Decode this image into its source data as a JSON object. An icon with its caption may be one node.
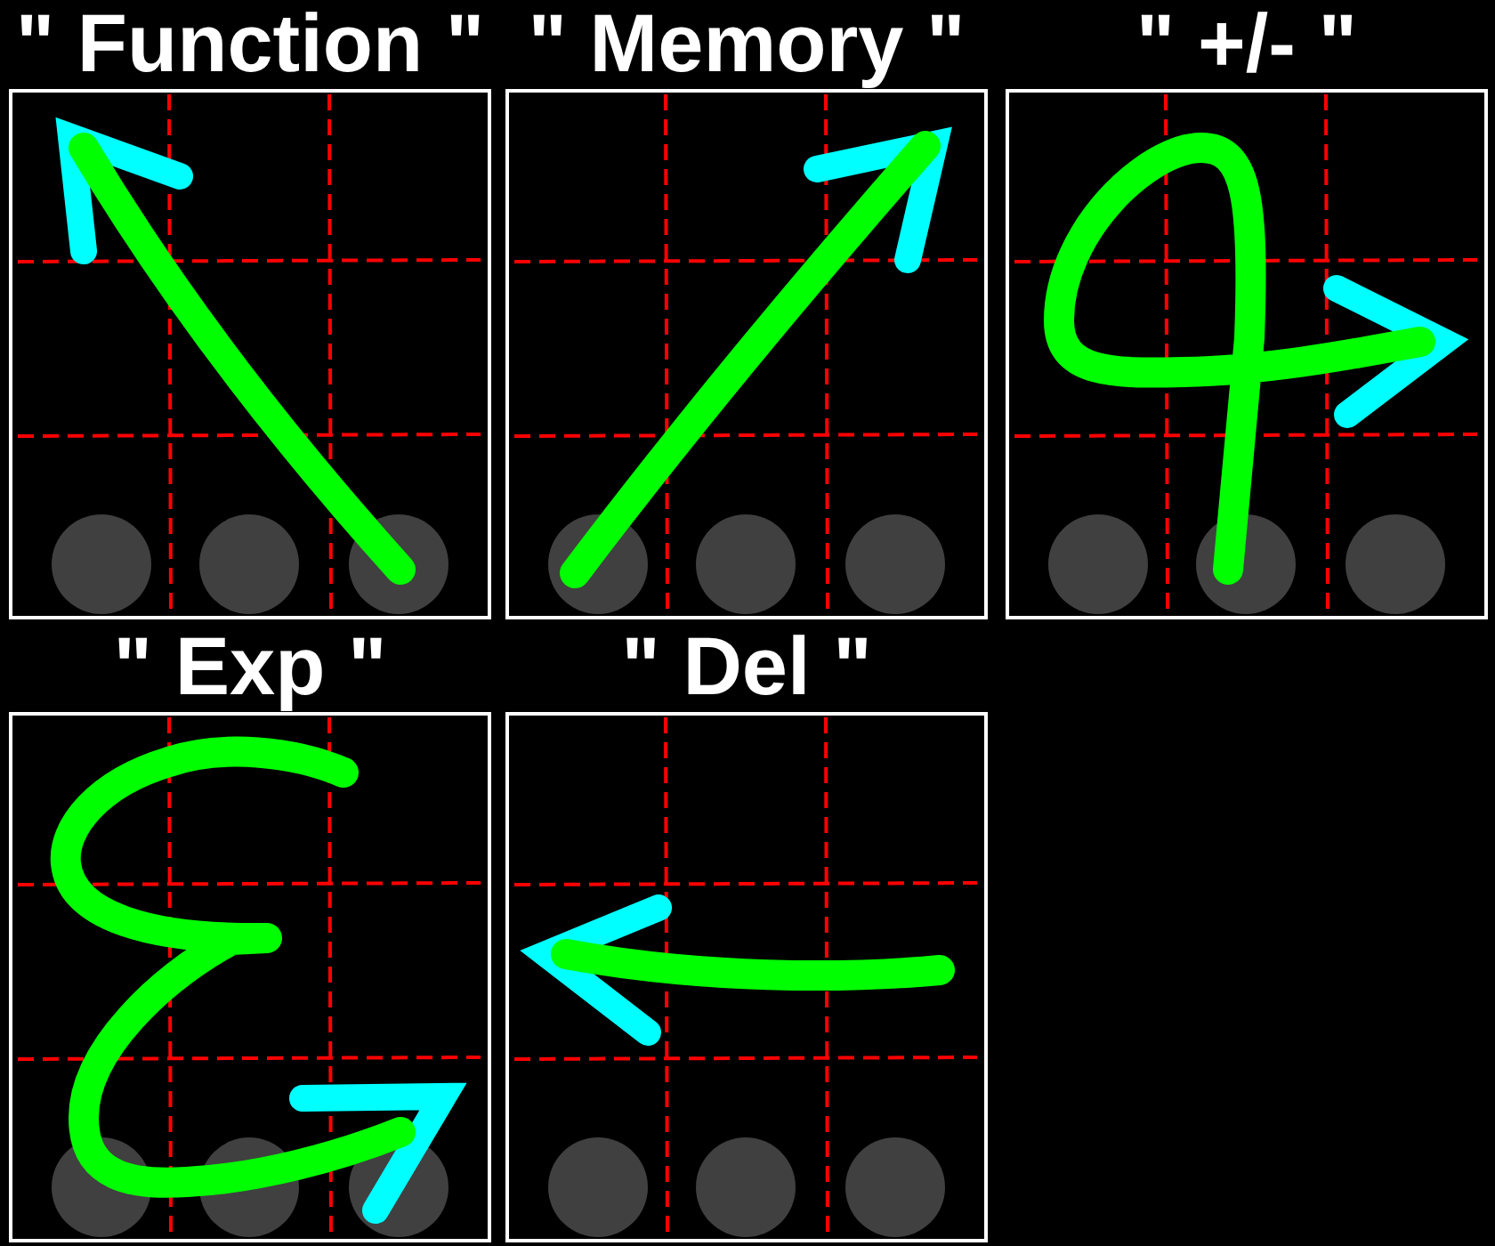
{
  "diagram": {
    "nodes": [
      {
        "text": [
          "\" Function \""
        ]
      },
      {
        "text": [
          "\" Memory \""
        ]
      },
      {
        "text": [
          "\" +/- \""
        ]
      },
      {
        "text": [
          "\" Exp \""
        ]
      },
      {
        "text": [
          "\" Del \""
        ]
      }
    ]
  }
}
